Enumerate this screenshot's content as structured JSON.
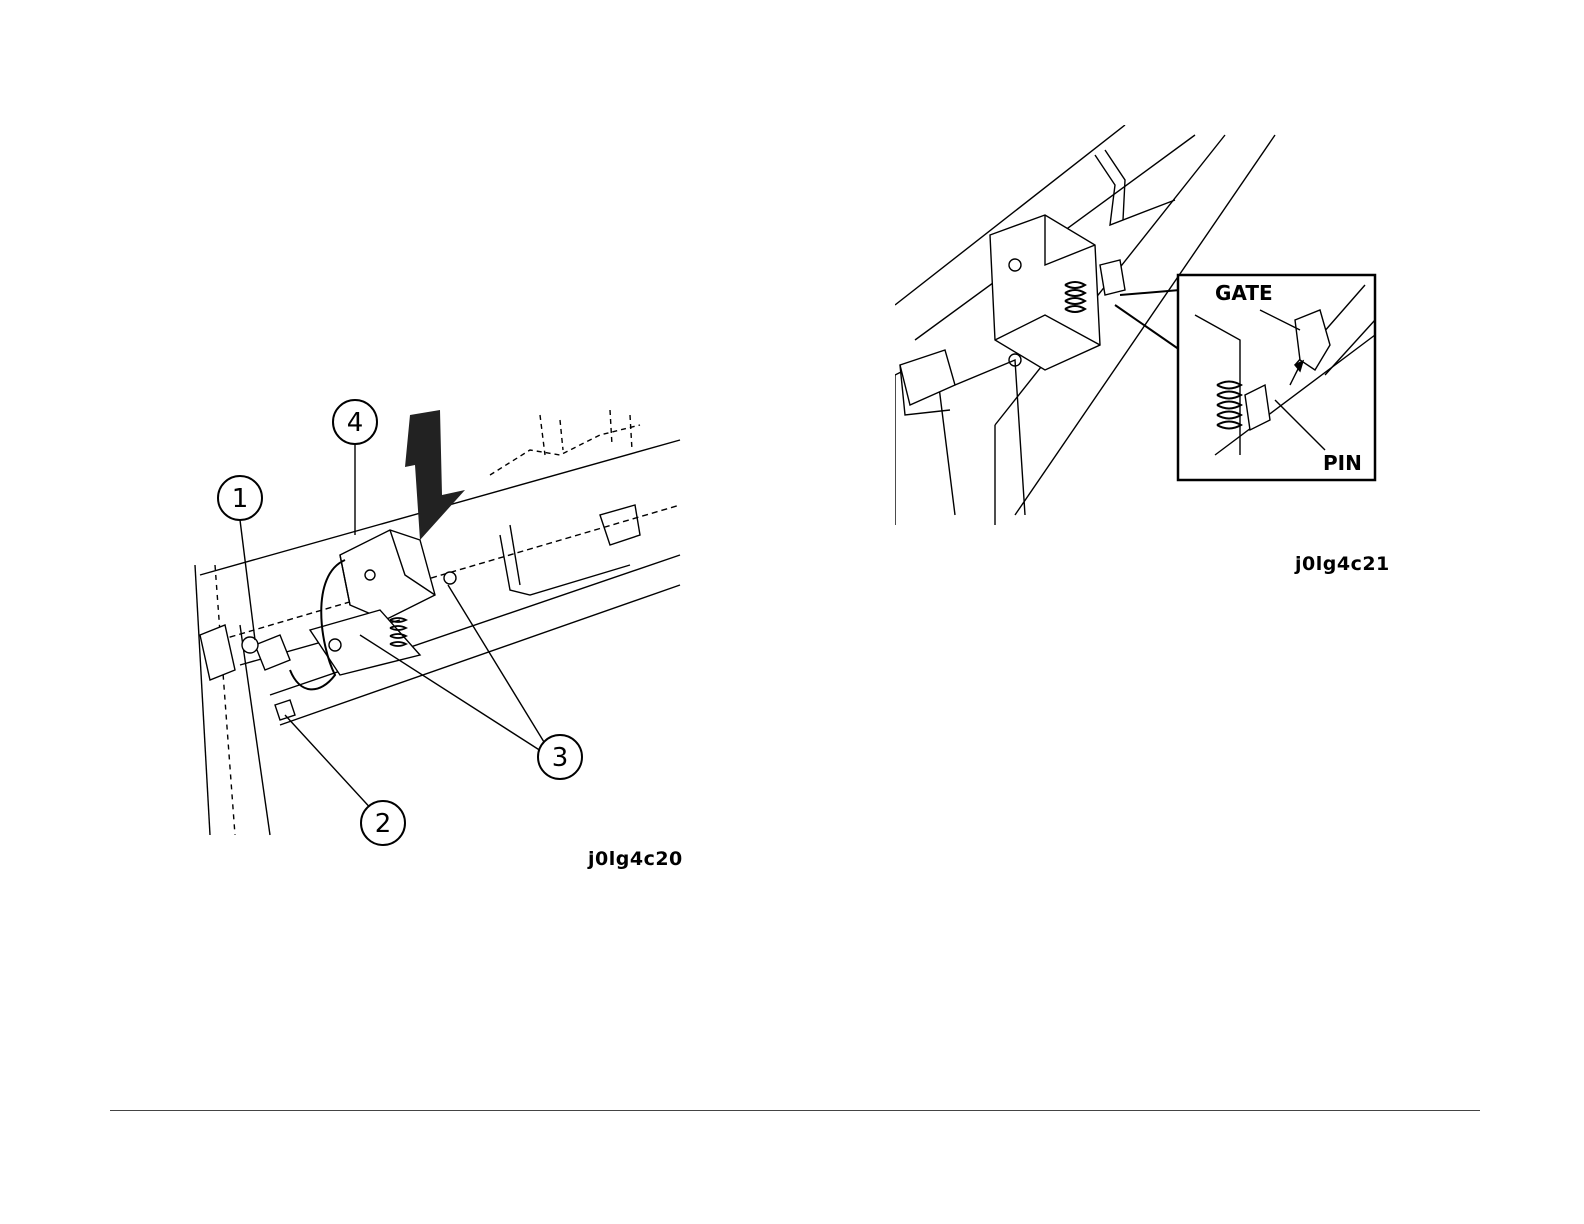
{
  "figures": [
    {
      "id": "j0lg4c20",
      "callouts": [
        "1",
        "2",
        "3",
        "4"
      ]
    },
    {
      "id": "j0lg4c21",
      "labels": {
        "gate": "GATE",
        "pin": "PIN"
      }
    }
  ]
}
